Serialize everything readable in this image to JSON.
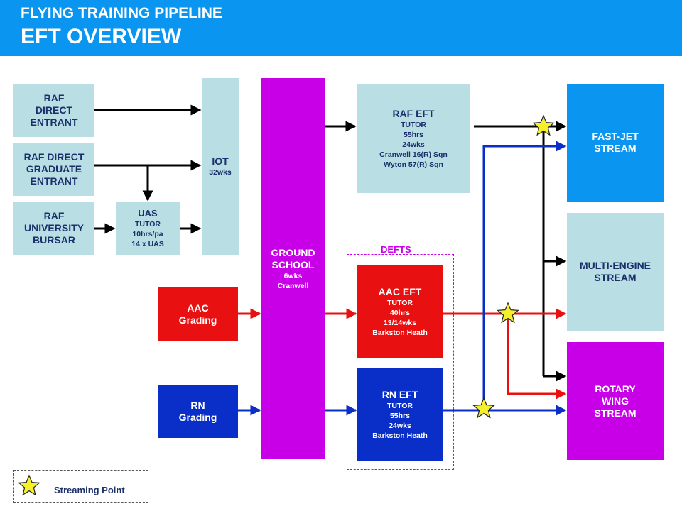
{
  "header": {
    "line1": "FLYING TRAINING PIPELINE",
    "line2": "EFT OVERVIEW",
    "color": "#0a96f0"
  },
  "entrants": {
    "direct": "RAF\nDIRECT\nENTRANT",
    "graduate": "RAF DIRECT\nGRADUATE\nENTRANT",
    "bursar": "RAF\nUNIVERSITY\nBURSAR"
  },
  "uas": {
    "title": "UAS",
    "detail": "TUTOR\n10hrs/pa\n14 x UAS"
  },
  "iot": {
    "title": "IOT",
    "detail": "32wks"
  },
  "aac_grading": "AAC\nGrading",
  "rn_grading": "RN\nGrading",
  "ground_school": {
    "title": "GROUND\nSCHOOL",
    "detail": "6wks\nCranwell"
  },
  "raf_eft": {
    "title": "RAF EFT",
    "detail": "TUTOR\n55hrs\n24wks\nCranwell 16(R) Sqn\nWyton 57(R) Sqn"
  },
  "defts_label": "DEFTS",
  "aac_eft": {
    "title": "AAC EFT",
    "detail": "TUTOR\n40hrs\n13/14wks\nBarkston Heath"
  },
  "rn_eft": {
    "title": "RN EFT",
    "detail": "TUTOR\n55hrs\n24wks\nBarkston Heath"
  },
  "streams": {
    "fast_jet": "FAST-JET\nSTREAM",
    "multi_engine": "MULTI-ENGINE\nSTREAM",
    "rotary_wing": "ROTARY\nWING\nSTREAM"
  },
  "legend": {
    "label": "Streaming Point"
  },
  "colors": {
    "red": "#e81010",
    "blue": "#0a2fc8",
    "magenta": "#c800e8",
    "light": "#b9dfe4",
    "star": "#f5f02a"
  }
}
